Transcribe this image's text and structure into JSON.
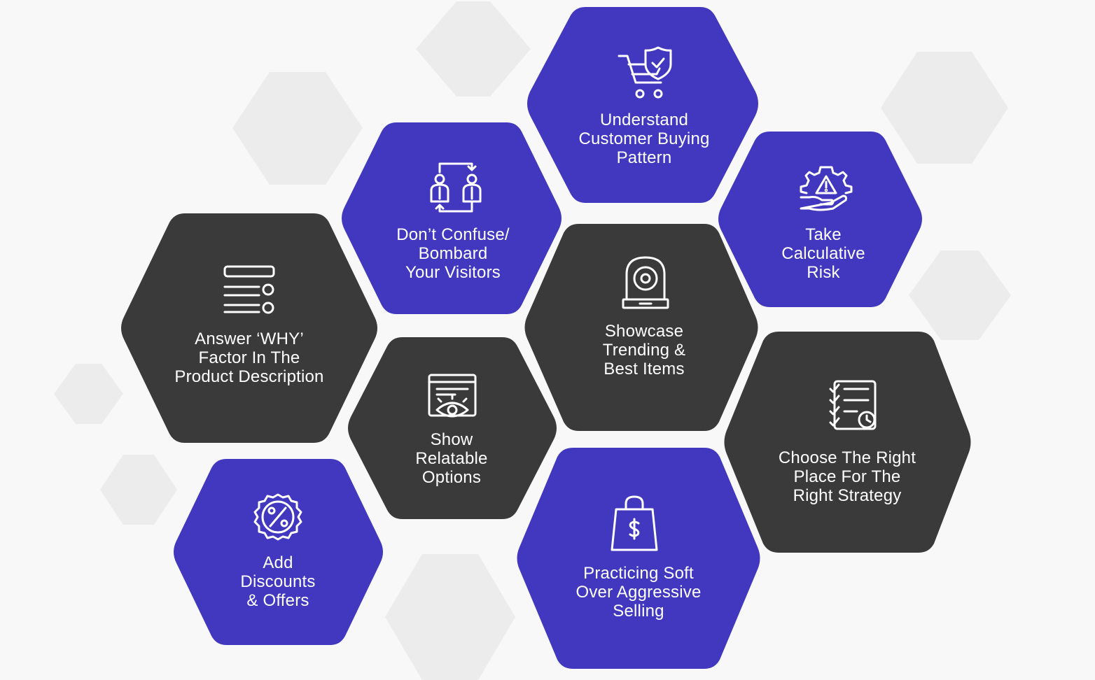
{
  "colors": {
    "blue": "#4138bf",
    "dark": "#3a3a3a",
    "decor": "#ececec",
    "icon": "#ffffff",
    "background": "#f8f8f9"
  },
  "hexagons": [
    {
      "id": "understand-customer-buying-pattern",
      "color": "blue",
      "icon": "cart-shield-icon",
      "lines": [
        "Understand",
        "Customer Buying",
        "Pattern"
      ]
    },
    {
      "id": "dont-confuse-bombard",
      "color": "blue",
      "icon": "people-exchange-icon",
      "lines": [
        "Don’t Confuse/",
        "Bombard",
        "Your Visitors"
      ]
    },
    {
      "id": "take-calculative-risk",
      "color": "blue",
      "icon": "gear-warning-hand-icon",
      "lines": [
        "Take",
        "Calculative",
        "Risk"
      ]
    },
    {
      "id": "answer-why-factor",
      "color": "dark",
      "icon": "list-description-icon",
      "lines": [
        "Answer ‘WHY’",
        "Factor In The",
        "Product Description"
      ]
    },
    {
      "id": "showcase-trending",
      "color": "dark",
      "icon": "webcam-icon",
      "lines": [
        "Showcase",
        "Trending &",
        "Best Items"
      ]
    },
    {
      "id": "show-relatable-options",
      "color": "dark",
      "icon": "browser-eye-icon",
      "lines": [
        "Show",
        "Relatable",
        "Options"
      ]
    },
    {
      "id": "choose-right-place",
      "color": "dark",
      "icon": "checklist-clock-icon",
      "lines": [
        "Choose The Right",
        "Place For The",
        "Right Strategy"
      ]
    },
    {
      "id": "add-discounts-offers",
      "color": "blue",
      "icon": "discount-badge-icon",
      "lines": [
        "Add",
        "Discounts",
        "& Offers"
      ]
    },
    {
      "id": "practicing-soft-selling",
      "color": "blue",
      "icon": "shopping-bag-dollar-icon",
      "lines": [
        "Practicing Soft",
        "Over Aggressive",
        "Selling"
      ]
    }
  ]
}
